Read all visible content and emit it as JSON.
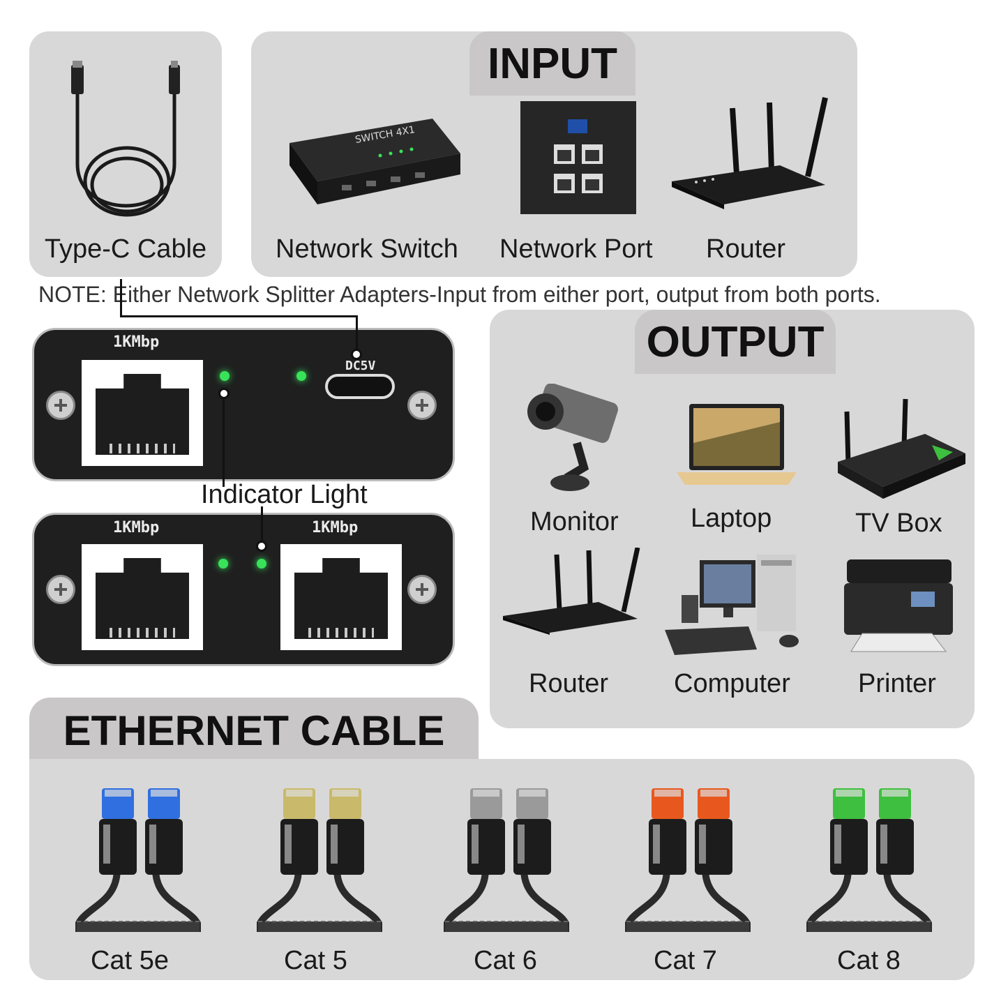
{
  "input_section": {
    "title": "INPUT",
    "items": [
      {
        "label": "Network Switch",
        "icon": "network-switch-icon"
      },
      {
        "label": "Network Port",
        "icon": "network-port-icon"
      },
      {
        "label": "Router",
        "icon": "router-icon"
      }
    ]
  },
  "typec": {
    "label": "Type-C Cable",
    "icon": "type-c-cable-icon"
  },
  "note": "NOTE: Either Network Splitter Adapters-Input from either port, output from both ports.",
  "device": {
    "speed_label": "1KMbp",
    "dc_label": "DC5V",
    "indicator_label": "Indicator Light",
    "switch_text": "SWITCH 4X1"
  },
  "output_section": {
    "title": "OUTPUT",
    "items": [
      {
        "label": "Monitor",
        "icon": "camera-icon"
      },
      {
        "label": "Laptop",
        "icon": "laptop-icon"
      },
      {
        "label": "TV Box",
        "icon": "tv-box-icon"
      },
      {
        "label": "Router",
        "icon": "router-icon"
      },
      {
        "label": "Computer",
        "icon": "computer-icon"
      },
      {
        "label": "Printer",
        "icon": "printer-icon"
      }
    ]
  },
  "ethernet_section": {
    "title": "ETHERNET CABLE",
    "cables": [
      {
        "label": "Cat 5e",
        "color": "#2f6fe0"
      },
      {
        "label": "Cat 5",
        "color": "#c9b96a"
      },
      {
        "label": "Cat 6",
        "color": "#9a9a9a"
      },
      {
        "label": "Cat 7",
        "color": "#e8581e"
      },
      {
        "label": "Cat 8",
        "color": "#3fbf3f"
      }
    ]
  },
  "colors": {
    "panel": "#d9d8d8",
    "tab": "#c9c7c7",
    "led": "#38e35a",
    "device_body": "#1f1f1f"
  }
}
